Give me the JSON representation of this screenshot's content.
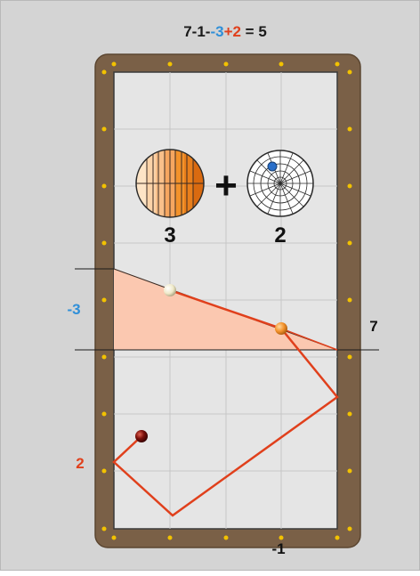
{
  "header": {
    "formula_start": "7-1-",
    "formula_minus3": "-3",
    "formula_plus2": "+2",
    "formula_end": " = 5"
  },
  "cue_ball_aim": {
    "ball_number": "3",
    "english_number": "2",
    "plus_sign": "+"
  },
  "labels": {
    "left_upper": "-3",
    "left_lower": "2",
    "right": "7",
    "bottom": "-1"
  },
  "colors": {
    "background": "#d4d4d4",
    "rail": "#7a6047",
    "cloth": "#e5e5e5",
    "diamond": "#f2c200",
    "path": "#e0401c",
    "wedge": "#fbc8b0",
    "blue_text": "#2f8fd8",
    "red_text": "#e0401c",
    "ball_orange": "#f3922b",
    "ball_dark_red": "#7a0f0a",
    "ball_white": "#f2f0dc"
  }
}
